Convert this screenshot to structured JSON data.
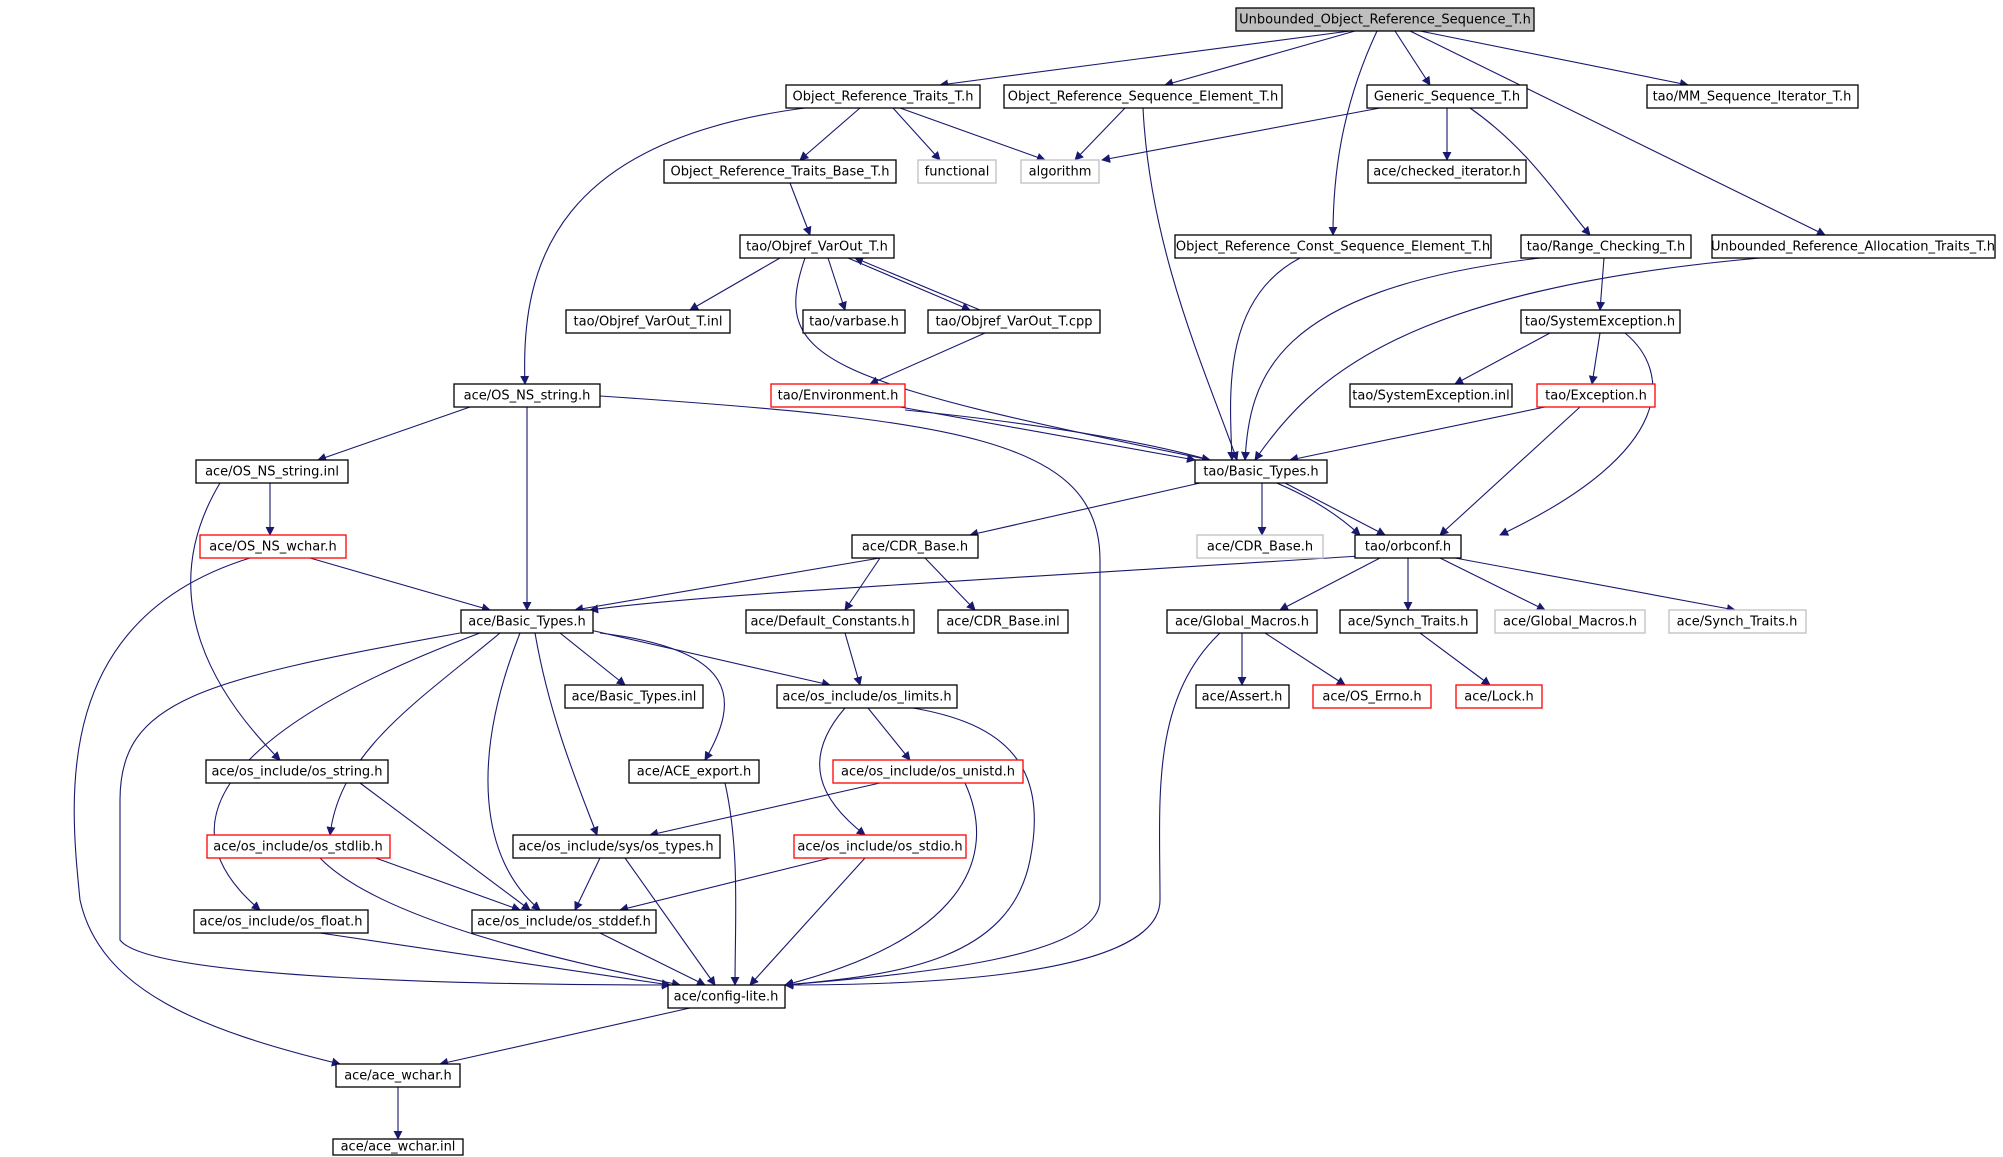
{
  "title": "Unbounded_Object_Reference_Sequence_T.h",
  "colors": {
    "edge": "#191970",
    "node_border": "#000000",
    "truncated_border": "#ff0000",
    "external_border": "#bfbfbf",
    "root_fill": "#bfbfbf"
  },
  "nodes": [
    {
      "id": "root",
      "label": "Unbounded_Object_Reference_Sequence_T.h",
      "style": "root"
    },
    {
      "id": "ort",
      "label": "Object_Reference_Traits_T.h",
      "style": "normal"
    },
    {
      "id": "orse",
      "label": "Object_Reference_Sequence_Element_T.h",
      "style": "normal"
    },
    {
      "id": "gs",
      "label": "Generic_Sequence_T.h",
      "style": "normal"
    },
    {
      "id": "mmsi",
      "label": "tao/MM_Sequence_Iterator_T.h",
      "style": "normal"
    },
    {
      "id": "ortb",
      "label": "Object_Reference_Traits_Base_T.h",
      "style": "normal"
    },
    {
      "id": "functional",
      "label": "functional",
      "style": "gray"
    },
    {
      "id": "algorithm",
      "label": "algorithm",
      "style": "gray"
    },
    {
      "id": "checked",
      "label": "ace/checked_iterator.h",
      "style": "normal"
    },
    {
      "id": "varout",
      "label": "tao/Objref_VarOut_T.h",
      "style": "normal"
    },
    {
      "id": "orcse",
      "label": "Object_Reference_Const_Sequence_Element_T.h",
      "style": "normal"
    },
    {
      "id": "rc",
      "label": "tao/Range_Checking_T.h",
      "style": "normal"
    },
    {
      "id": "urat",
      "label": "Unbounded_Reference_Allocation_Traits_T.h",
      "style": "normal"
    },
    {
      "id": "varoutinl",
      "label": "tao/Objref_VarOut_T.inl",
      "style": "normal"
    },
    {
      "id": "varbase",
      "label": "tao/varbase.h",
      "style": "normal"
    },
    {
      "id": "varoutcpp",
      "label": "tao/Objref_VarOut_T.cpp",
      "style": "normal"
    },
    {
      "id": "sysexc",
      "label": "tao/SystemException.h",
      "style": "normal"
    },
    {
      "id": "osns",
      "label": "ace/OS_NS_string.h",
      "style": "normal"
    },
    {
      "id": "env",
      "label": "tao/Environment.h",
      "style": "red"
    },
    {
      "id": "sysexcinl",
      "label": "tao/SystemException.inl",
      "style": "normal"
    },
    {
      "id": "exc",
      "label": "tao/Exception.h",
      "style": "red"
    },
    {
      "id": "osnsinl",
      "label": "ace/OS_NS_string.inl",
      "style": "normal"
    },
    {
      "id": "taobt",
      "label": "tao/Basic_Types.h",
      "style": "normal"
    },
    {
      "id": "oswchar",
      "label": "ace/OS_NS_wchar.h",
      "style": "red"
    },
    {
      "id": "cdrbase",
      "label": "ace/CDR_Base.h",
      "style": "normal"
    },
    {
      "id": "cdrbase2",
      "label": "ace/CDR_Base.h",
      "style": "gray"
    },
    {
      "id": "orbconf",
      "label": "tao/orbconf.h",
      "style": "normal"
    },
    {
      "id": "acebt",
      "label": "ace/Basic_Types.h",
      "style": "normal"
    },
    {
      "id": "defconst",
      "label": "ace/Default_Constants.h",
      "style": "normal"
    },
    {
      "id": "cdrinl",
      "label": "ace/CDR_Base.inl",
      "style": "normal"
    },
    {
      "id": "gm",
      "label": "ace/Global_Macros.h",
      "style": "normal"
    },
    {
      "id": "st",
      "label": "ace/Synch_Traits.h",
      "style": "normal"
    },
    {
      "id": "gm2",
      "label": "ace/Global_Macros.h",
      "style": "gray"
    },
    {
      "id": "st2",
      "label": "ace/Synch_Traits.h",
      "style": "gray"
    },
    {
      "id": "btinl",
      "label": "ace/Basic_Types.inl",
      "style": "normal"
    },
    {
      "id": "limits",
      "label": "ace/os_include/os_limits.h",
      "style": "normal"
    },
    {
      "id": "assert",
      "label": "ace/Assert.h",
      "style": "normal"
    },
    {
      "id": "errno",
      "label": "ace/OS_Errno.h",
      "style": "red"
    },
    {
      "id": "lock",
      "label": "ace/Lock.h",
      "style": "red"
    },
    {
      "id": "osstring",
      "label": "ace/os_include/os_string.h",
      "style": "normal"
    },
    {
      "id": "aceexport",
      "label": "ace/ACE_export.h",
      "style": "normal"
    },
    {
      "id": "unistd",
      "label": "ace/os_include/os_unistd.h",
      "style": "red"
    },
    {
      "id": "stdlib",
      "label": "ace/os_include/os_stdlib.h",
      "style": "red"
    },
    {
      "id": "systypes",
      "label": "ace/os_include/sys/os_types.h",
      "style": "normal"
    },
    {
      "id": "stdio",
      "label": "ace/os_include/os_stdio.h",
      "style": "red"
    },
    {
      "id": "float",
      "label": "ace/os_include/os_float.h",
      "style": "normal"
    },
    {
      "id": "stddef",
      "label": "ace/os_include/os_stddef.h",
      "style": "normal"
    },
    {
      "id": "configlite",
      "label": "ace/config-lite.h",
      "style": "normal"
    },
    {
      "id": "acewchar",
      "label": "ace/ace_wchar.h",
      "style": "normal"
    },
    {
      "id": "acewcharinl",
      "label": "ace/ace_wchar.inl",
      "style": "normal"
    }
  ]
}
